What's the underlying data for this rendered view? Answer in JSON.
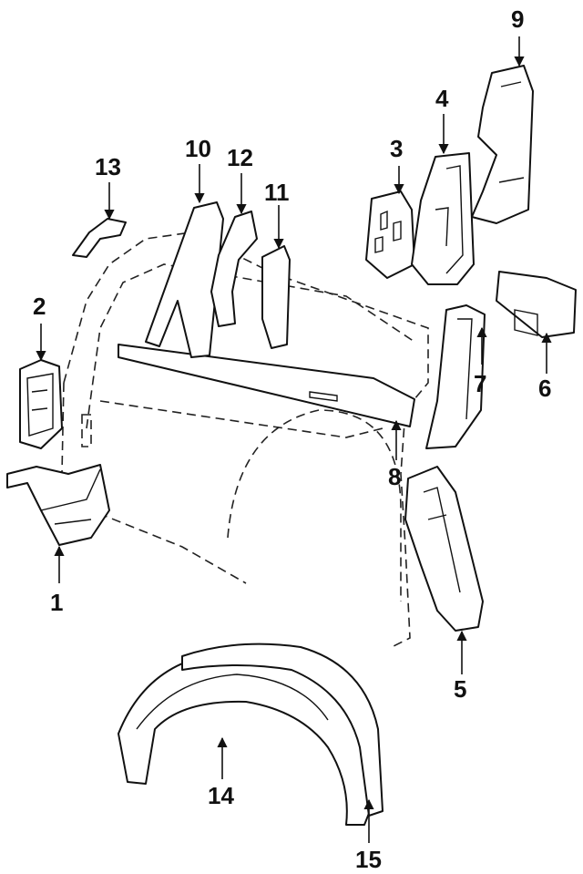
{
  "figure": {
    "background": "#ffffff",
    "ink": "#111111"
  },
  "callouts": [
    {
      "id": "1",
      "label": "1"
    },
    {
      "id": "2",
      "label": "2"
    },
    {
      "id": "3",
      "label": "3"
    },
    {
      "id": "4",
      "label": "4"
    },
    {
      "id": "5",
      "label": "5"
    },
    {
      "id": "6",
      "label": "6"
    },
    {
      "id": "7",
      "label": "7"
    },
    {
      "id": "8",
      "label": "8"
    },
    {
      "id": "9",
      "label": "9"
    },
    {
      "id": "10",
      "label": "10"
    },
    {
      "id": "11",
      "label": "11"
    },
    {
      "id": "12",
      "label": "12"
    },
    {
      "id": "13",
      "label": "13"
    },
    {
      "id": "14",
      "label": "14"
    },
    {
      "id": "15",
      "label": "15"
    }
  ]
}
